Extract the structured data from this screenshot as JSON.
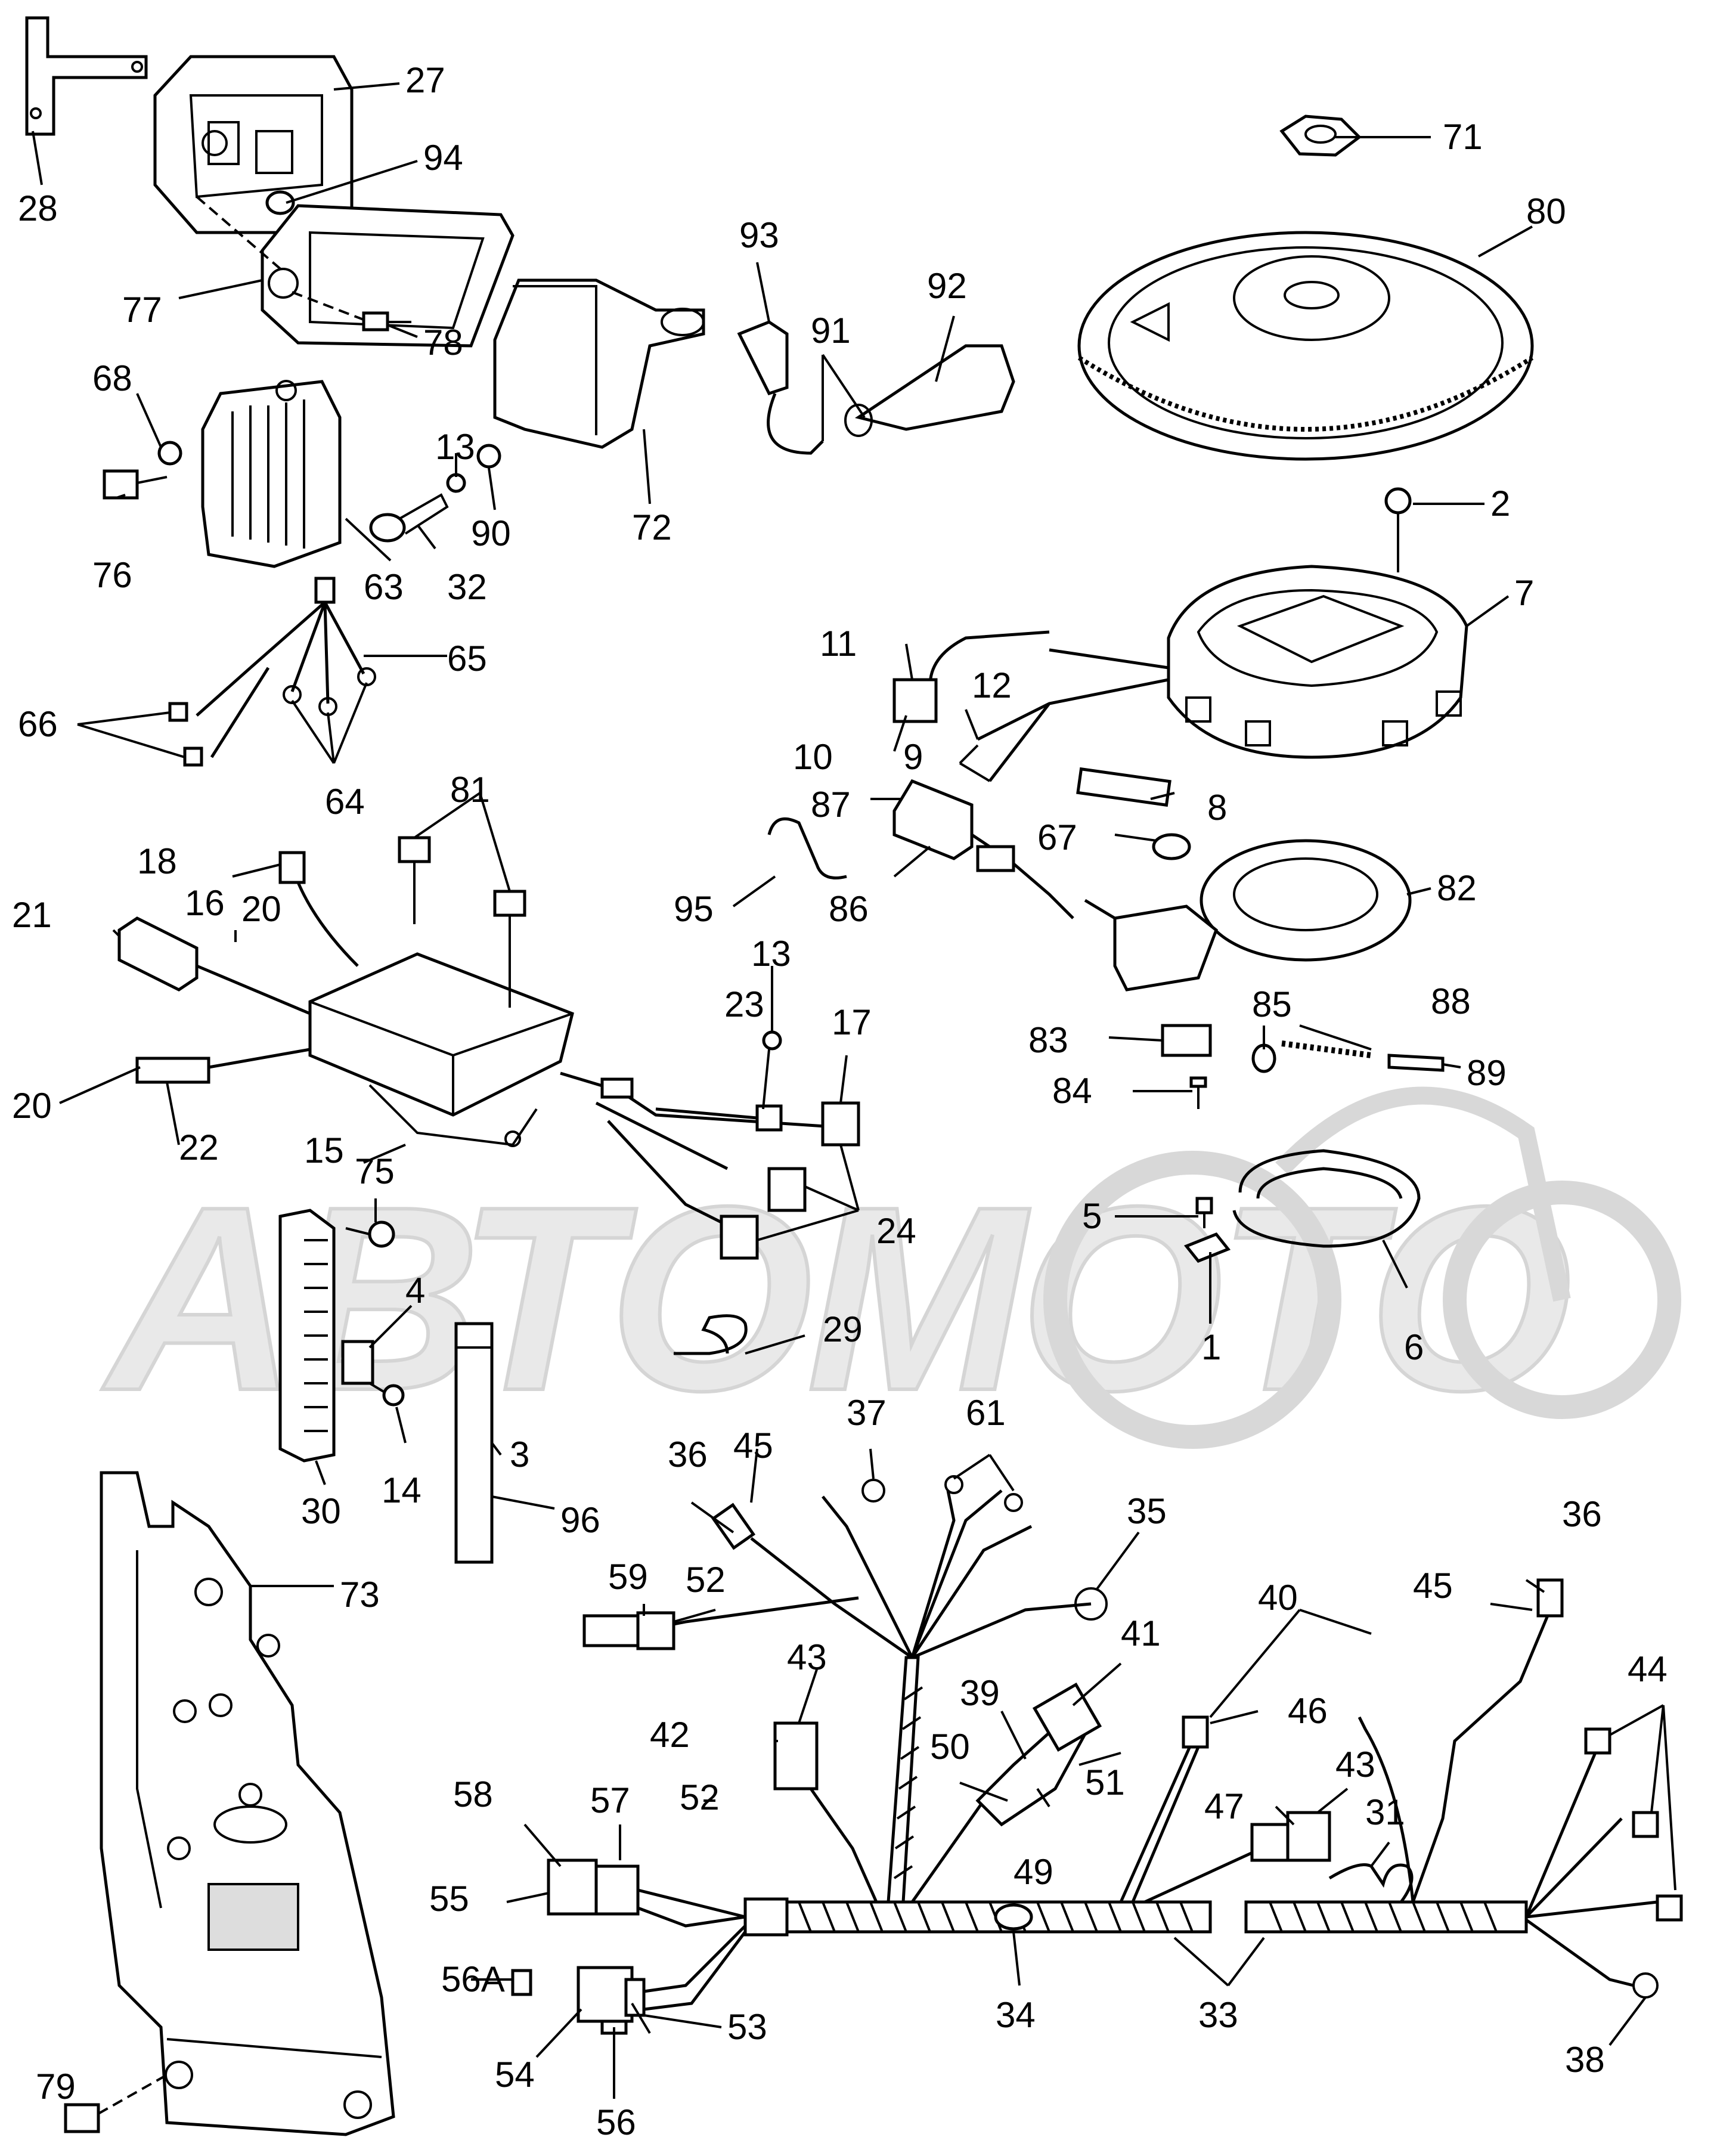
{
  "watermark": "АВТОМОТО",
  "callouts": [
    {
      "id": "1",
      "text": "1"
    },
    {
      "id": "2",
      "text": "2"
    },
    {
      "id": "3",
      "text": "3"
    },
    {
      "id": "4",
      "text": "4"
    },
    {
      "id": "5",
      "text": "5"
    },
    {
      "id": "6",
      "text": "6"
    },
    {
      "id": "7",
      "text": "7"
    },
    {
      "id": "8",
      "text": "8"
    },
    {
      "id": "9",
      "text": "9"
    },
    {
      "id": "10",
      "text": "10"
    },
    {
      "id": "11",
      "text": "11"
    },
    {
      "id": "12",
      "text": "12"
    },
    {
      "id": "13a",
      "text": "13"
    },
    {
      "id": "13b",
      "text": "13"
    },
    {
      "id": "14",
      "text": "14"
    },
    {
      "id": "15",
      "text": "15"
    },
    {
      "id": "16",
      "text": "16"
    },
    {
      "id": "17",
      "text": "17"
    },
    {
      "id": "18",
      "text": "18"
    },
    {
      "id": "20a",
      "text": "20"
    },
    {
      "id": "20b",
      "text": "20"
    },
    {
      "id": "21",
      "text": "21"
    },
    {
      "id": "22",
      "text": "22"
    },
    {
      "id": "23",
      "text": "23"
    },
    {
      "id": "24",
      "text": "24"
    },
    {
      "id": "27",
      "text": "27"
    },
    {
      "id": "28",
      "text": "28"
    },
    {
      "id": "29",
      "text": "29"
    },
    {
      "id": "30",
      "text": "30"
    },
    {
      "id": "31",
      "text": "31"
    },
    {
      "id": "32",
      "text": "32"
    },
    {
      "id": "33",
      "text": "33"
    },
    {
      "id": "34",
      "text": "34"
    },
    {
      "id": "35",
      "text": "35"
    },
    {
      "id": "36a",
      "text": "36"
    },
    {
      "id": "36b",
      "text": "36"
    },
    {
      "id": "37",
      "text": "37"
    },
    {
      "id": "38",
      "text": "38"
    },
    {
      "id": "39",
      "text": "39"
    },
    {
      "id": "40",
      "text": "40"
    },
    {
      "id": "41",
      "text": "41"
    },
    {
      "id": "42",
      "text": "42"
    },
    {
      "id": "43a",
      "text": "43"
    },
    {
      "id": "43b",
      "text": "43"
    },
    {
      "id": "44",
      "text": "44"
    },
    {
      "id": "45a",
      "text": "45"
    },
    {
      "id": "45b",
      "text": "45"
    },
    {
      "id": "46",
      "text": "46"
    },
    {
      "id": "47",
      "text": "47"
    },
    {
      "id": "49",
      "text": "49"
    },
    {
      "id": "50",
      "text": "50"
    },
    {
      "id": "51",
      "text": "51"
    },
    {
      "id": "52a",
      "text": "52"
    },
    {
      "id": "52b",
      "text": "52"
    },
    {
      "id": "53",
      "text": "53"
    },
    {
      "id": "54",
      "text": "54"
    },
    {
      "id": "55",
      "text": "55"
    },
    {
      "id": "56",
      "text": "56"
    },
    {
      "id": "56A",
      "text": "56A"
    },
    {
      "id": "57",
      "text": "57"
    },
    {
      "id": "58",
      "text": "58"
    },
    {
      "id": "59",
      "text": "59"
    },
    {
      "id": "61",
      "text": "61"
    },
    {
      "id": "63",
      "text": "63"
    },
    {
      "id": "64",
      "text": "64"
    },
    {
      "id": "65",
      "text": "65"
    },
    {
      "id": "66",
      "text": "66"
    },
    {
      "id": "67",
      "text": "67"
    },
    {
      "id": "68",
      "text": "68"
    },
    {
      "id": "71",
      "text": "71"
    },
    {
      "id": "72",
      "text": "72"
    },
    {
      "id": "73",
      "text": "73"
    },
    {
      "id": "75",
      "text": "75"
    },
    {
      "id": "76",
      "text": "76"
    },
    {
      "id": "77",
      "text": "77"
    },
    {
      "id": "78",
      "text": "78"
    },
    {
      "id": "79",
      "text": "79"
    },
    {
      "id": "80",
      "text": "80"
    },
    {
      "id": "81",
      "text": "81"
    },
    {
      "id": "82",
      "text": "82"
    },
    {
      "id": "83",
      "text": "83"
    },
    {
      "id": "84",
      "text": "84"
    },
    {
      "id": "85",
      "text": "85"
    },
    {
      "id": "86",
      "text": "86"
    },
    {
      "id": "87",
      "text": "87"
    },
    {
      "id": "88",
      "text": "88"
    },
    {
      "id": "89",
      "text": "89"
    },
    {
      "id": "90",
      "text": "90"
    },
    {
      "id": "91",
      "text": "91"
    },
    {
      "id": "92",
      "text": "92"
    },
    {
      "id": "93",
      "text": "93"
    },
    {
      "id": "94",
      "text": "94"
    },
    {
      "id": "95",
      "text": "95"
    },
    {
      "id": "96",
      "text": "96"
    }
  ]
}
